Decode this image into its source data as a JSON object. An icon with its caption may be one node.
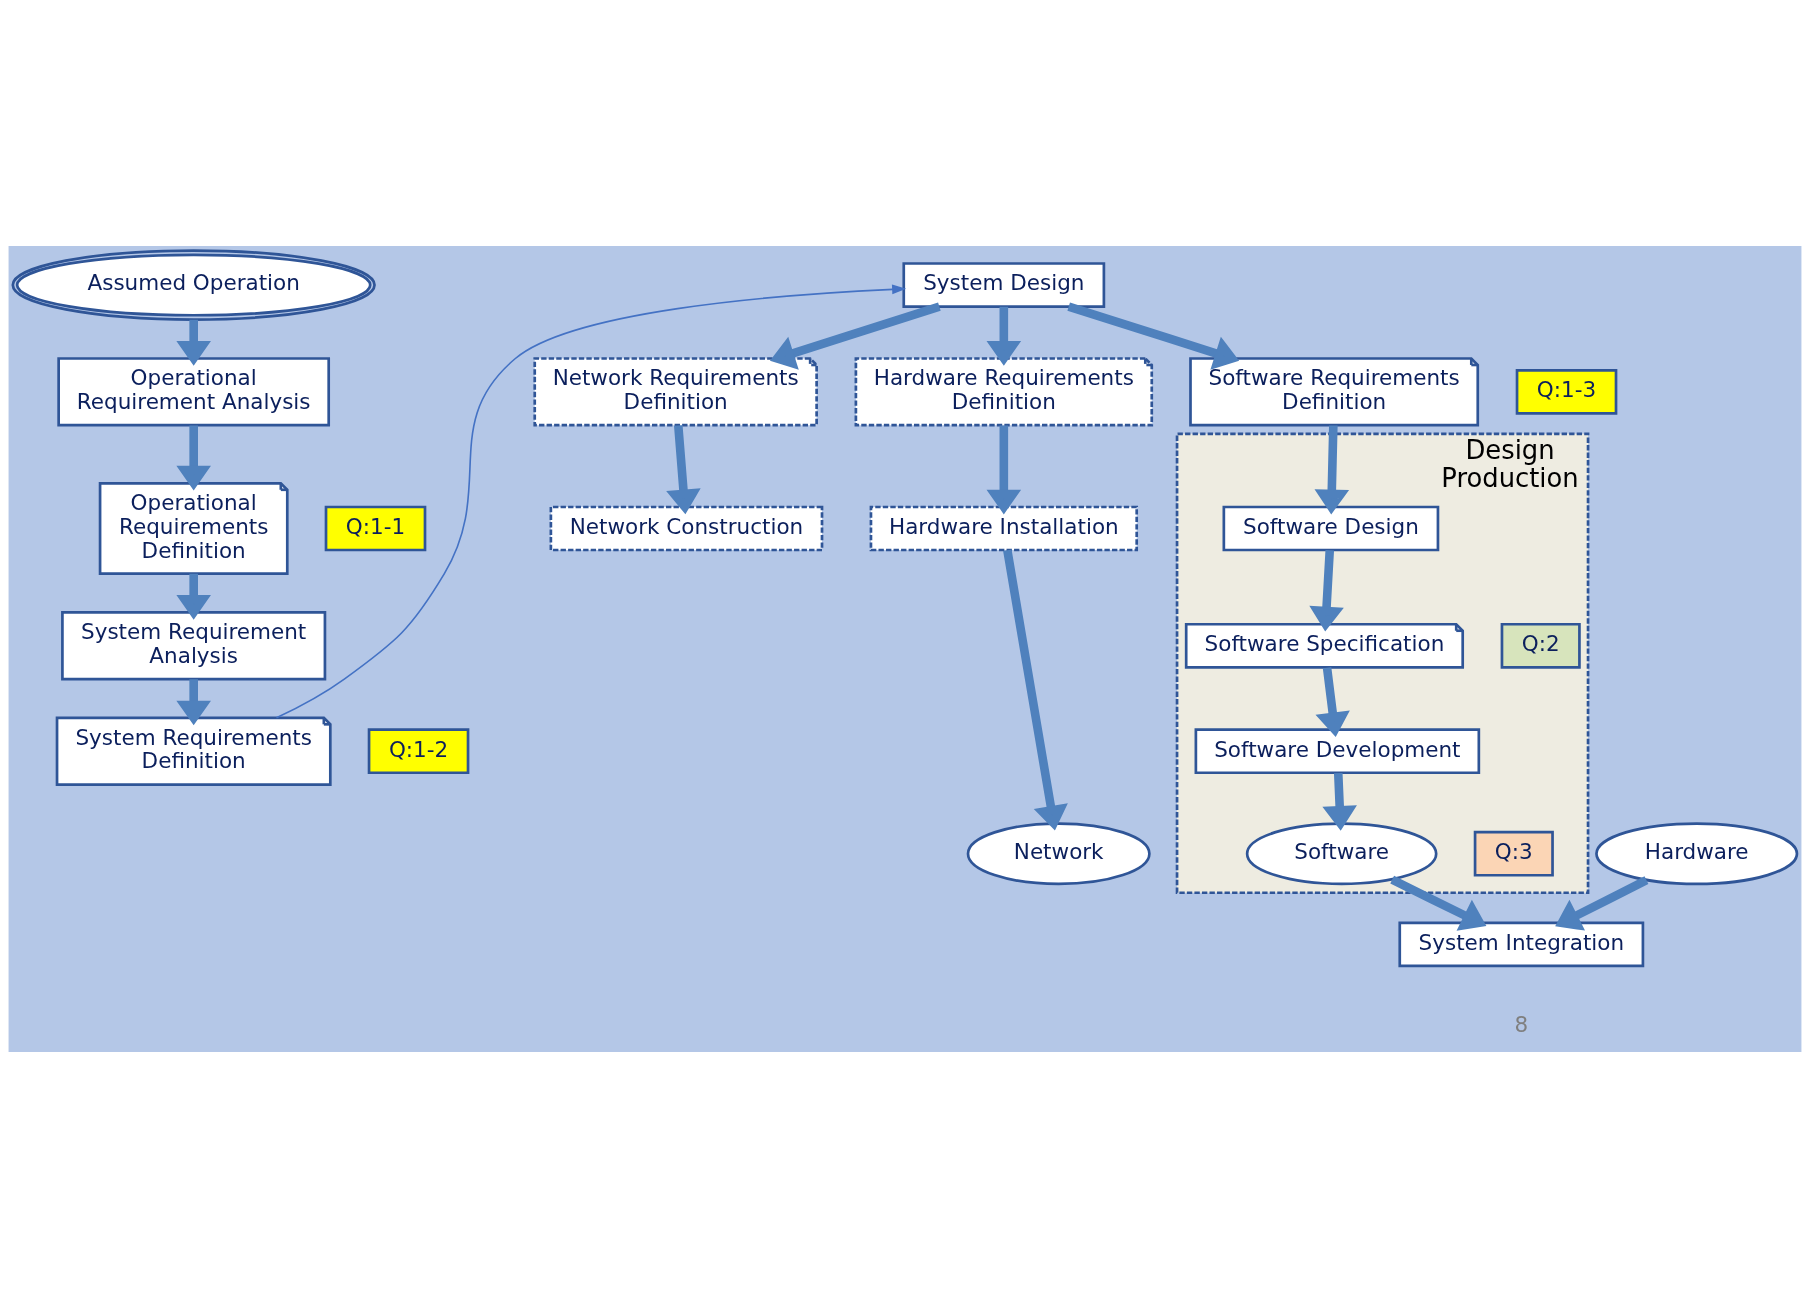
{
  "diagram": {
    "nodes": [
      {
        "text": [
          "Assumed Operation"
        ]
      },
      {
        "text": [
          "Operational Requirement Analysis"
        ]
      },
      {
        "text": [
          "Operational Requirements Definition"
        ]
      },
      {
        "text": [
          "Q:1-1"
        ]
      },
      {
        "text": [
          "System Requirement Analysis"
        ]
      },
      {
        "text": [
          "System Requirements Definition"
        ]
      },
      {
        "text": [
          "Q:1-2"
        ]
      },
      {
        "text": [
          "System Design"
        ]
      },
      {
        "text": [
          "Network Requirements Definition"
        ]
      },
      {
        "text": [
          "Hardware Requirements Definition"
        ]
      },
      {
        "text": [
          "Software Requirements Definition"
        ]
      },
      {
        "text": [
          "Q:1-3"
        ]
      },
      {
        "text": [
          "Design",
          "Production"
        ]
      },
      {
        "text": [
          "Software Design"
        ],
        "in": 12
      },
      {
        "text": [
          "Software Specification"
        ],
        "in": 12
      },
      {
        "text": [
          "Q:2"
        ],
        "in": 12
      },
      {
        "text": [
          "Software Development"
        ],
        "in": 12
      },
      {
        "text": [
          "Software"
        ],
        "in": 12
      },
      {
        "text": [
          "Q:3"
        ],
        "in": 12
      },
      {
        "text": [
          "Network Construction"
        ]
      },
      {
        "text": [
          "Hardware Installation"
        ]
      },
      {
        "text": [
          "Network"
        ]
      },
      {
        "text": [
          "Hardware"
        ]
      },
      {
        "text": [
          "System Integration"
        ]
      }
    ],
    "edges": [
      {
        "from": 0,
        "to": 1,
        "arrow": "to"
      },
      {
        "from": 1,
        "to": 2,
        "arrow": "to"
      },
      {
        "from": 2,
        "to": 4,
        "arrow": "to"
      },
      {
        "from": 4,
        "to": 5,
        "arrow": "to"
      },
      {
        "from": 5,
        "to": 7,
        "arrow": "to",
        "color": "#4472c4"
      },
      {
        "from": 7,
        "to": 8,
        "arrow": "to"
      },
      {
        "from": 7,
        "to": 9,
        "arrow": "to"
      },
      {
        "from": 7,
        "to": 10,
        "arrow": "to"
      },
      {
        "from": 8,
        "to": 19,
        "arrow": "to"
      },
      {
        "from": 9,
        "to": 20,
        "arrow": "to"
      },
      {
        "from": 20,
        "to": 21,
        "arrow": "to"
      },
      {
        "from": 22,
        "to": 23,
        "arrow": "to"
      },
      {
        "from": 10,
        "to": 13,
        "arrow": "to"
      },
      {
        "from": 13,
        "to": 14,
        "arrow": "to"
      },
      {
        "from": 14,
        "to": 16,
        "arrow": "to"
      },
      {
        "from": 16,
        "to": 17,
        "arrow": "to"
      },
      {
        "from": 17,
        "to": 23,
        "arrow": "to"
      }
    ],
    "labels": [
      "8"
    ]
  }
}
